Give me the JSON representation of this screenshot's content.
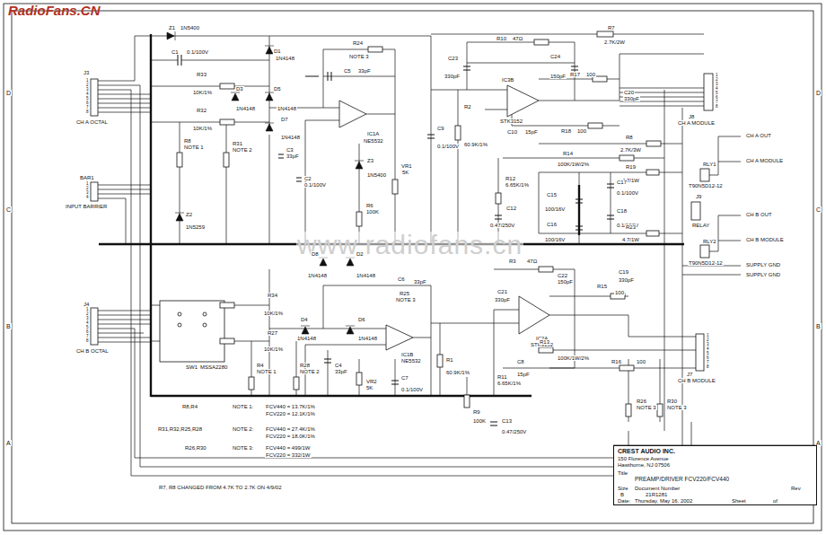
{
  "diagram": {
    "nodes": [
      {
        "text": [
          "CREST AUDIO INC.",
          "150 Florence Avenue",
          "Hawthorne, NJ 07506",
          "Title",
          "PREAMP/DRIVER FCV220/FCV440",
          "Size",
          "B",
          "Document Number",
          "21R1281",
          "Rev",
          "Date:",
          "Thursday, May 16, 2002",
          "Sheet",
          "of"
        ]
      }
    ],
    "labels": [
      "RadioFans.CN",
      "www.radiofans.cn",
      "Z1",
      "1N5400",
      "C1",
      "0.1/100V",
      "D1",
      "1N4148",
      "R24",
      "NOTE 3",
      "C5",
      "33pF",
      "R33",
      "10K/1%",
      "D3",
      "1N4148",
      "D5",
      "1N4148",
      "R32",
      "10K/1%",
      "IC1A",
      "NE5532",
      "D7",
      "1N4148",
      "R8",
      "NOTE 1",
      "R31",
      "NOTE 2",
      "C3",
      "33pF",
      "C2",
      "0.1/100V",
      "Z3",
      "1N5400",
      "VR1",
      "5K",
      "R6",
      "100K",
      "Z2",
      "1N5259",
      "J3",
      "CH A OCTAL",
      "BAR1",
      "INPUT BARRIER",
      "J4",
      "CH B OCTAL",
      "R10",
      "47Ω",
      "C23",
      "330pF",
      "C24",
      "150pF",
      "R7",
      "2.7K/2W",
      "R17",
      "100",
      "C20",
      "330pF",
      "IC3B",
      "STK3152",
      "R2",
      "60.9K/1%",
      "C9",
      "0.1/100V",
      "C10",
      "15pF",
      "R18",
      "100",
      "R8",
      "2.7K/3W",
      "R14",
      "100K/1W/2%",
      "R19",
      "4.7/1W",
      "C17",
      "0.1/100V",
      "C15",
      "100/16V",
      "R12",
      "6.65K/1%",
      "C12",
      "0.47/250V",
      "C18",
      "0.1/100V",
      "C16",
      "100/16V",
      "R23",
      "4.7/1W",
      "C19",
      "330pF",
      "J8",
      "CH A MODULE",
      "RLY1",
      "T90N5D12-12",
      "J9",
      "RELAY",
      "RLY2",
      "T90N5D12-12",
      "CH A OUT",
      "CH A MODULE",
      "CH B OUT",
      "CH B MODULE",
      "SUPPLY GND",
      "SUPPLY GND",
      "D8",
      "1N4148",
      "D2",
      "1N4148",
      "C6",
      "33pF",
      "R25",
      "NOTE 3",
      "R34",
      "10K/1%",
      "D4",
      "1N4148",
      "D6",
      "1N4148",
      "IC1B",
      "NE5532",
      "R27",
      "10K/1%",
      "SW1",
      "MSSA2280",
      "R4",
      "NOTE 1",
      "R28",
      "NOTE 2",
      "C4",
      "33pF",
      "VR2",
      "5K",
      "C7",
      "0.1/100V",
      "R1",
      "60.9K/1%",
      "R9",
      "100K",
      "R11",
      "6.65K/1%",
      "C8",
      "15pF",
      "C13",
      "0.47/250V",
      "R3",
      "47Ω",
      "C21",
      "330pF",
      "C22",
      "150pF",
      "IC2A",
      "STK3152",
      "R15",
      "100",
      "R13",
      "100K/1W/2%",
      "R16",
      "100",
      "R26",
      "NOTE 3",
      "R30",
      "NOTE 3",
      "J7",
      "CH B MODULE",
      "R8,R4",
      "NOTE 1:",
      "FCV440 = 13.7K/1%",
      "FCV220 = 12.1K/1%",
      "R31,R32,R25,R28",
      "NOTE 2:",
      "FCV440 = 27.4K/1%",
      "FCV220 = 18.0K/1%",
      "R26,R30",
      "NOTE 3:",
      "FCV440 = 499/1W",
      "FCV220 = 332/1W",
      "R7, R8 CHANGED FROM 4.7K TO 2.7K ON 4/9/02",
      "D",
      "C",
      "B",
      "A",
      "D",
      "C",
      "B",
      "A",
      "1",
      "2",
      "3",
      "4",
      "5",
      "6",
      "7",
      "8",
      "1",
      "2",
      "3",
      "4",
      "1",
      "2",
      "3",
      "4",
      "5",
      "6",
      "7",
      "8",
      "1",
      "2",
      "3",
      "4",
      "5",
      "6",
      "7",
      "8",
      "1",
      "2",
      "3",
      "4",
      "5",
      "6",
      "7",
      "8"
    ]
  }
}
